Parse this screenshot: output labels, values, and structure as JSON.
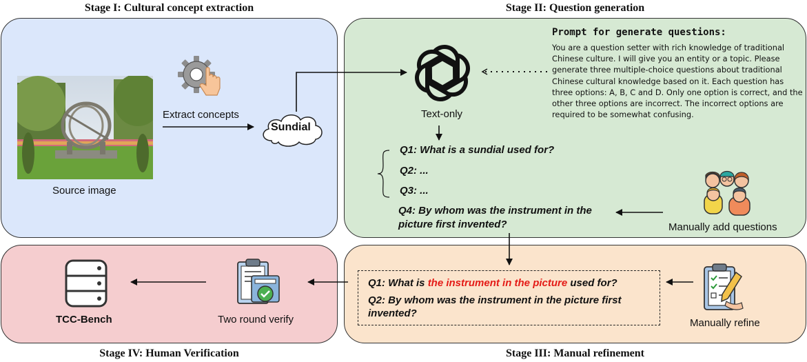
{
  "stage1": {
    "title": "Stage I: Cultural concept extraction",
    "source_image_label": "Source image",
    "extract_label": "Extract concepts",
    "concept": "Sundial"
  },
  "stage2": {
    "title": "Stage II: Question generation",
    "model_label": "Text-only",
    "prompt_title": "Prompt for generate questions:",
    "prompt_text": "You are a question setter with rich knowledge of traditional Chinese culture. I will give you an entity or a topic. Please generate three multiple-choice questions about traditional Chinese cultural knowledge based on it. Each question has three options: A, B, C and D. Only one option is correct, and the other three options are incorrect. The incorrect options are required to be somewhat confusing.",
    "q1": "Q1: What is a sundial used for?",
    "q2": "Q2: ...",
    "q3": "Q3: ...",
    "q4_line1": "Q4: By whom was the instrument in the",
    "q4_line2": "picture first invented?",
    "manual_add_label": "Manually add questions"
  },
  "stage3": {
    "title": "Stage III: Manual refinement",
    "q1_prefix": "Q1: What is ",
    "q1_highlight": "the instrument in the picture",
    "q1_suffix": " used for?",
    "q2_line1": "Q2: By whom was the instrument in the picture first",
    "q2_line2": "invented?",
    "refine_label": "Manually refine",
    "highlight_color": "#e41b17"
  },
  "stage4": {
    "title": "Stage IV: Human Verification",
    "verify_label": "Two round verify",
    "bench_label": "TCC-Bench"
  }
}
